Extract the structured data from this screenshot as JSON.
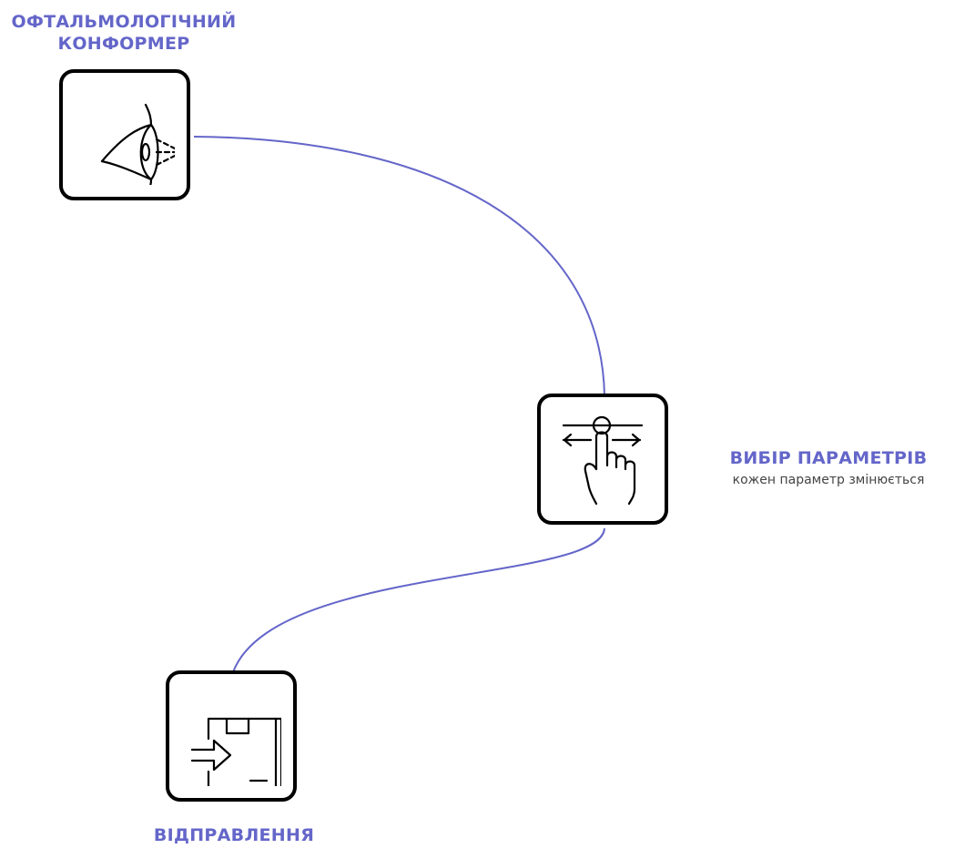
{
  "theme": {
    "accent_color": "#6466c9",
    "icon_color": "#000000"
  },
  "nodes": [
    {
      "id": "conformer",
      "title_lines": [
        "ОФТАЛЬМОЛОГІЧНИЙ",
        "КОНФОРМЕР"
      ],
      "icon": "eye-icon"
    },
    {
      "id": "params",
      "title": "ВИБІР ПАРАМЕТРІВ",
      "subtitle": "кожен параметр змінюється",
      "icon": "hand-slider-icon"
    },
    {
      "id": "shipping",
      "title": "ВІДПРАВЛЕННЯ",
      "icon": "package-shipping-icon"
    }
  ],
  "edges": [
    {
      "from": "conformer",
      "to": "params"
    },
    {
      "from": "params",
      "to": "shipping"
    }
  ]
}
